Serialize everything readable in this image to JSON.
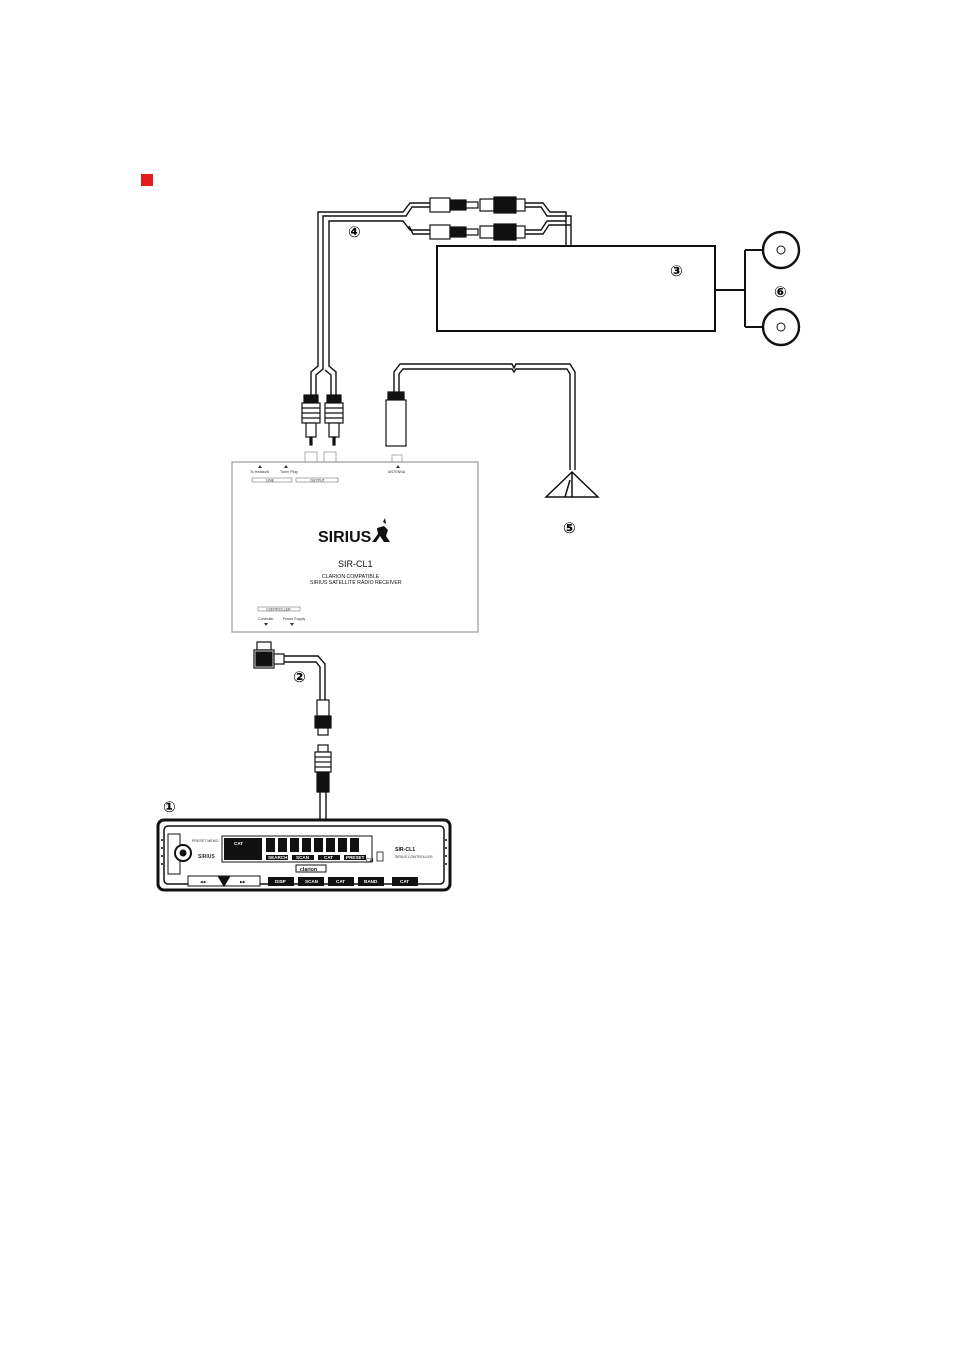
{
  "marker": {
    "color": "#e21b1b"
  },
  "callouts": {
    "head_unit": "①",
    "receiver_cable": "②",
    "amplifier": "③",
    "rca_cable": "④",
    "antenna": "⑤",
    "speakers": "⑥"
  },
  "receiver": {
    "brand": "SIRIUS",
    "model": "SIR-CL1",
    "line1": "CLARION COMPATIBLE",
    "line2": "SIRIUS SATELLITE RADIO RECEIVER",
    "port_to_head_unit": "To Headunit",
    "port_to_tuner": "Tuner Plug",
    "port_group_left": "LINE",
    "port_group_right": "OUTPUT",
    "port_antenna": "ANTENNA",
    "bottom_group": "CONTROLLER",
    "bottom_port1": "Controller",
    "bottom_port2": "Power Supply"
  },
  "head_unit": {
    "preset_label": "PRESET MEMO",
    "display_cat": "CAT",
    "model": "SIR-CL1",
    "model_sub": "SIRIUS CONTROLLER",
    "brand": "clarion",
    "ch": "CH",
    "display_tabs": [
      "SEARCH",
      "SCAN",
      "CAT",
      "PRESET"
    ],
    "buttons": [
      "DISP",
      "SCAN",
      "CAT",
      "BAND",
      "CAT"
    ],
    "seek_left": "◀◀",
    "seek_right": "▶▶"
  }
}
